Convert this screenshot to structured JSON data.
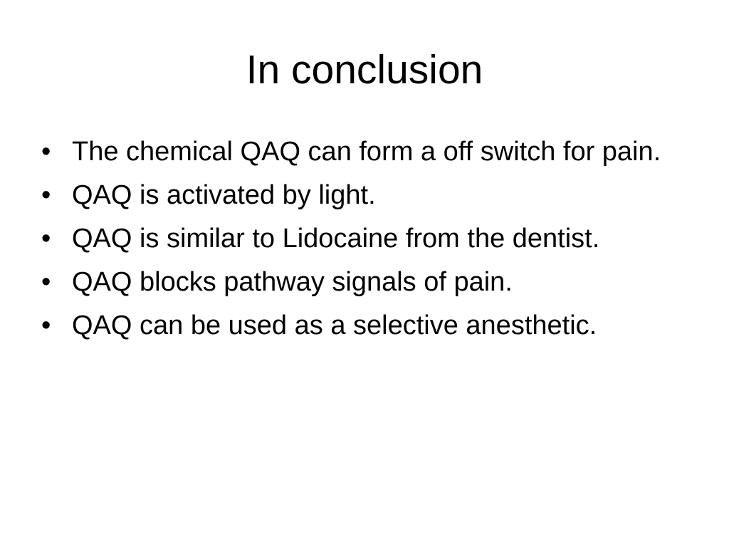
{
  "slide": {
    "title": "In conclusion",
    "bullet_glyph": "•",
    "bullets": [
      {
        "text": "The chemical QAQ can form a off switch for pain."
      },
      {
        "text": "QAQ is activated by light."
      },
      {
        "text": "QAQ is similar to Lidocaine from the dentist."
      },
      {
        "text": "QAQ blocks pathway signals of pain."
      },
      {
        "text": "QAQ can be used as a selective anesthetic."
      }
    ],
    "colors": {
      "background": "#ffffff",
      "text": "#000000"
    }
  }
}
